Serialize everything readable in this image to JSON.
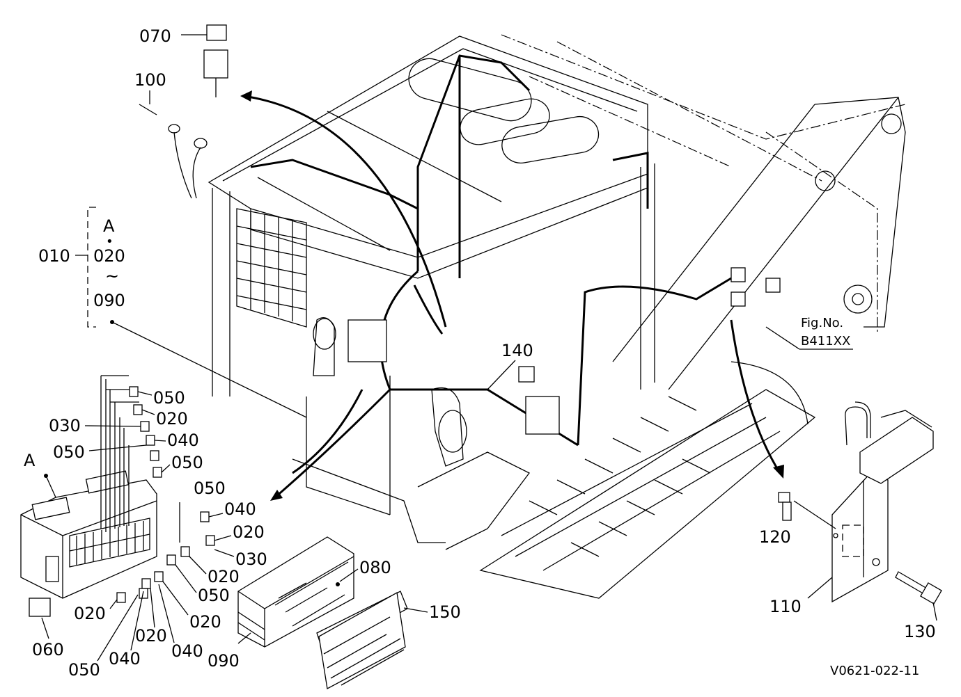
{
  "labels": {
    "l070": "070",
    "l100": "100",
    "l010": "010",
    "grp_a": "A",
    "grp_dot": "•",
    "grp_020": "020",
    "grp_tilde": "~",
    "grp_090": "090",
    "fuse_a": "A",
    "f050a": "050",
    "f020a": "020",
    "f030a": "030",
    "f040a": "040",
    "f050b": "050",
    "f050c": "050",
    "f050d": "050",
    "f040b": "040",
    "f020b": "020",
    "f030b": "030",
    "f020c": "020",
    "f050e": "050",
    "f020d": "020",
    "f020e": "020",
    "f020f": "020",
    "f040c": "040",
    "f040d": "040",
    "f050f": "050",
    "l060": "060",
    "l080": "080",
    "l150": "150",
    "l090": "090",
    "l140": "140",
    "fig_line1": "Fig.No.",
    "fig_line2": "B411XX",
    "l120": "120",
    "l110": "110",
    "l130": "130",
    "code": "V0621-022-11"
  }
}
